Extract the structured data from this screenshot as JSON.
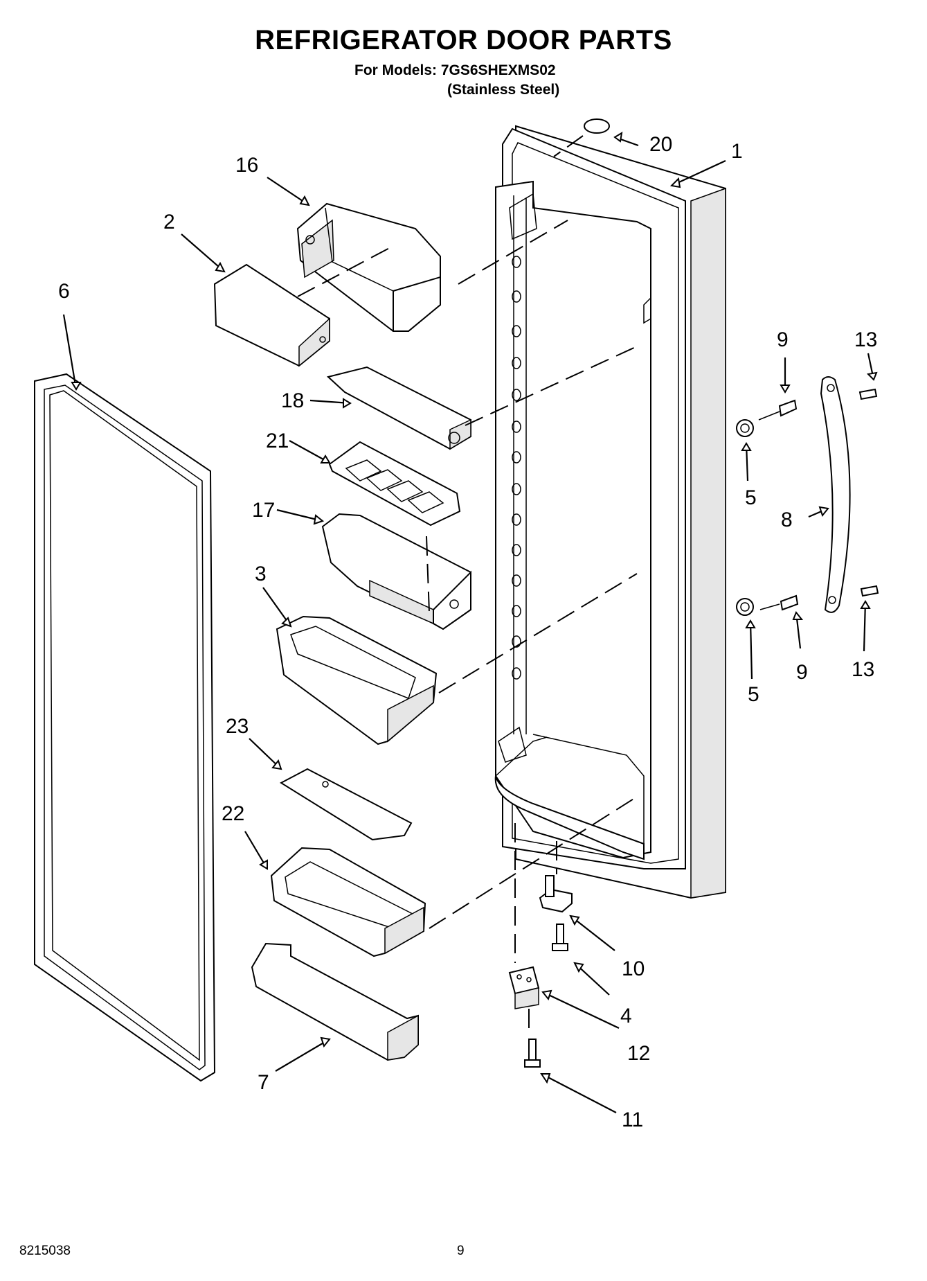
{
  "header": {
    "title": "REFRIGERATOR DOOR PARTS",
    "models_line": "For Models: 7GS6SHEXMS02",
    "finish_line": "(Stainless Steel)"
  },
  "callouts": [
    "20",
    "1",
    "16",
    "2",
    "6",
    "18",
    "21",
    "17",
    "3",
    "23",
    "22",
    "7",
    "9",
    "13",
    "5",
    "8",
    "9",
    "13",
    "5",
    "10",
    "4",
    "12",
    "11"
  ],
  "footer": {
    "doc_number": "8215038",
    "page_number": "9"
  }
}
